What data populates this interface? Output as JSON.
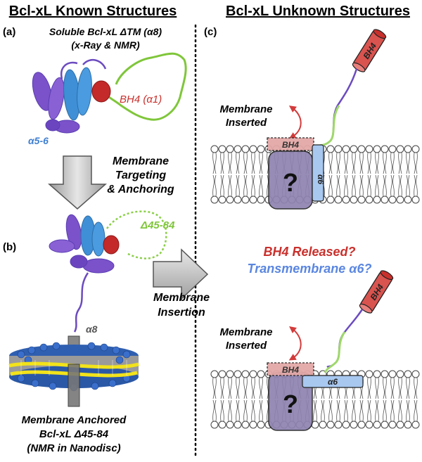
{
  "headers": {
    "left": "Bcl-xL Known Structures",
    "right": "Bcl-xL Unknown Structures"
  },
  "panel_labels": {
    "a": "(a)",
    "b": "(b)",
    "c": "(c)"
  },
  "panel_a": {
    "title_line1": "Soluble Bcl-xL ΔTM (α8)",
    "title_line2": "(x-Ray & NMR)",
    "bh4_label": "BH4 (α1)",
    "a56_label": "α5-6"
  },
  "arrow_targeting": {
    "line1": "Membrane",
    "line2": "Targeting",
    "line3": "& Anchoring"
  },
  "panel_b": {
    "deletion_label": "Δ45-84",
    "a8_label": "α8",
    "caption_line1": "Membrane Anchored",
    "caption_line2": "Bcl-xL Δ45-84",
    "caption_line3": "(NMR in Nanodisc)"
  },
  "arrow_insertion": {
    "line1": "Membrane",
    "line2": "Insertion"
  },
  "panel_c": {
    "bh4_tag": "BH4",
    "membrane_inserted_line1": "Membrane",
    "membrane_inserted_line2": "Inserted",
    "question_mark": "?",
    "alpha6_tag": "α6",
    "question_bh4": "BH4 Released?",
    "question_tm": "Transmembrane α6?"
  },
  "colors": {
    "helix_purple": "#7b52c9",
    "helix_blue": "#3f8fd6",
    "helix_red": "#c42a2a",
    "loop_green": "#7fc63a",
    "bh4_red": "#d9534f",
    "bh4_text_red": "#c9302c",
    "tm_blue": "#5a86e0",
    "box_purple": "#8e83b0",
    "alpha6_fill": "#a8c8f0"
  }
}
